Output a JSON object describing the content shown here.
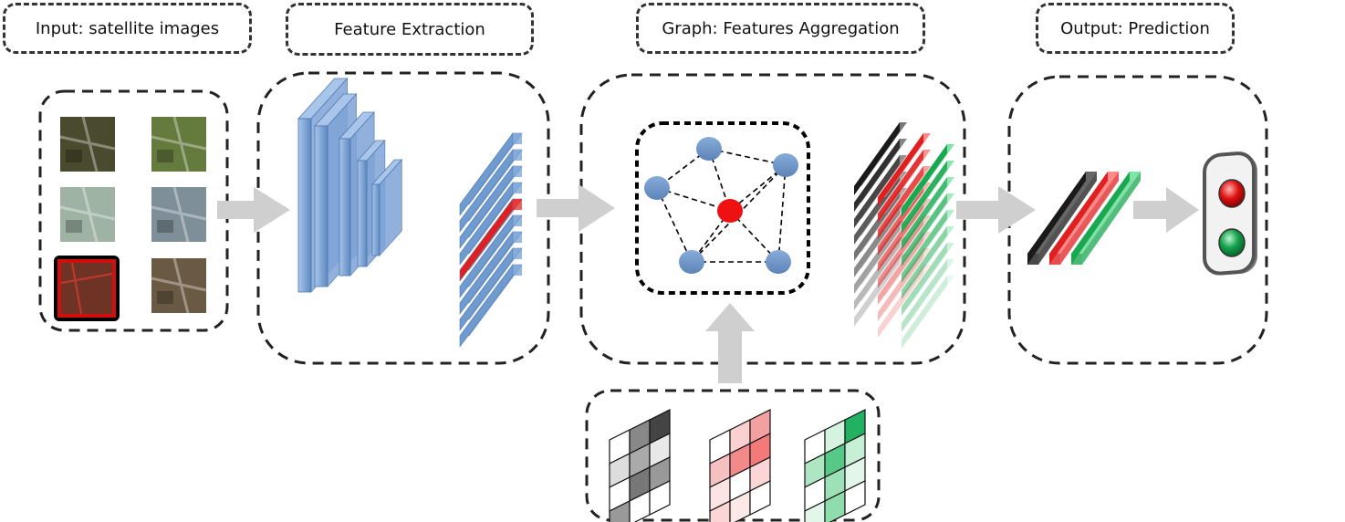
{
  "labels": {
    "input": "Input: satellite images",
    "extraction": "Feature Extraction",
    "graph": "Graph: Features Aggregation",
    "output": "Output: Prediction"
  },
  "colors": {
    "blue": "#6f9bd1",
    "red": "#e02020",
    "green": "#19a850",
    "black": "#1a1a1a",
    "arrow": "#cfcfcf",
    "node_blue": "#6f97c7",
    "node_red": "#ee1111"
  },
  "satellite_tiles": [
    {
      "name": "tile-dark-fields",
      "tone": "#4a4a2e",
      "highlighted": false
    },
    {
      "name": "tile-green-road",
      "tone": "#657a3d",
      "highlighted": false
    },
    {
      "name": "tile-coastal-white",
      "tone": "#9fb3a5",
      "highlighted": false
    },
    {
      "name": "tile-coastal-city",
      "tone": "#7e8f99",
      "highlighted": false
    },
    {
      "name": "tile-red-farmland",
      "tone": "#5e3a2a",
      "highlighted": true
    },
    {
      "name": "tile-brown-terrain",
      "tone": "#6a5a44",
      "highlighted": false
    }
  ],
  "graph_nodes": [
    {
      "name": "node-top",
      "color": "blue"
    },
    {
      "name": "node-upper-right",
      "color": "blue"
    },
    {
      "name": "node-left",
      "color": "blue"
    },
    {
      "name": "node-center",
      "color": "red"
    },
    {
      "name": "node-bottom-left",
      "color": "blue"
    },
    {
      "name": "node-bottom-right",
      "color": "blue"
    }
  ],
  "matrices": [
    {
      "name": "grey-matrix",
      "cells": [
        "#ffffff",
        "#888888",
        "#444444",
        "#ffffff",
        "#dddddd",
        "#aaaaaa",
        "#e8e8e8",
        "#ffffff",
        "#777777",
        "#999999",
        "#ffffff",
        "#ffffff"
      ]
    },
    {
      "name": "red-matrix",
      "cells": [
        "#ffffff",
        "#fbd0d0",
        "#f3a0a0",
        "#ffffff",
        "#f6c0c0",
        "#f28a8a",
        "#f47a7a",
        "#fde4e4",
        "#ffffff",
        "#fcd6d6",
        "#fde8e8",
        "#ffffff"
      ]
    },
    {
      "name": "green-matrix",
      "cells": [
        "#ffffff",
        "#d6f3e0",
        "#22b061",
        "#ffffff",
        "#aee6c3",
        "#57c987",
        "#c7efd6",
        "#ffffff",
        "#9ee0b7",
        "#e2f7ea",
        "#8fdcad",
        "#ffffff"
      ]
    }
  ]
}
